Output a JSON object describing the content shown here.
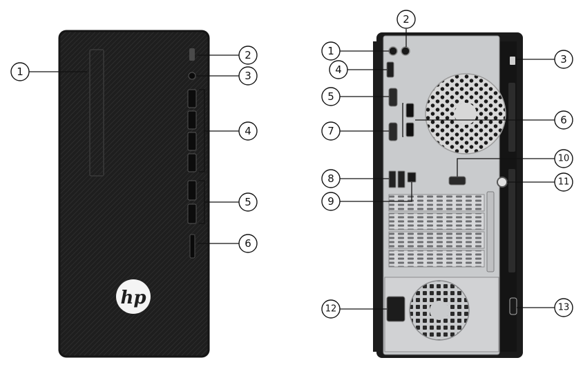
{
  "front_callouts": [
    {
      "label": "1"
    },
    {
      "label": "2"
    },
    {
      "label": "3"
    },
    {
      "label": "4"
    },
    {
      "label": "5"
    },
    {
      "label": "6"
    }
  ],
  "rear_callouts": [
    {
      "label": "1"
    },
    {
      "label": "2"
    },
    {
      "label": "3"
    },
    {
      "label": "4"
    },
    {
      "label": "5"
    },
    {
      "label": "6"
    },
    {
      "label": "7"
    },
    {
      "label": "8"
    },
    {
      "label": "9"
    },
    {
      "label": "10"
    },
    {
      "label": "11"
    },
    {
      "label": "12"
    },
    {
      "label": "13"
    }
  ],
  "colors": {
    "case_front": "#202020",
    "rear_panel": "#c9cbcd",
    "callout_line": "#111111"
  },
  "logo": {
    "text": "hp"
  }
}
